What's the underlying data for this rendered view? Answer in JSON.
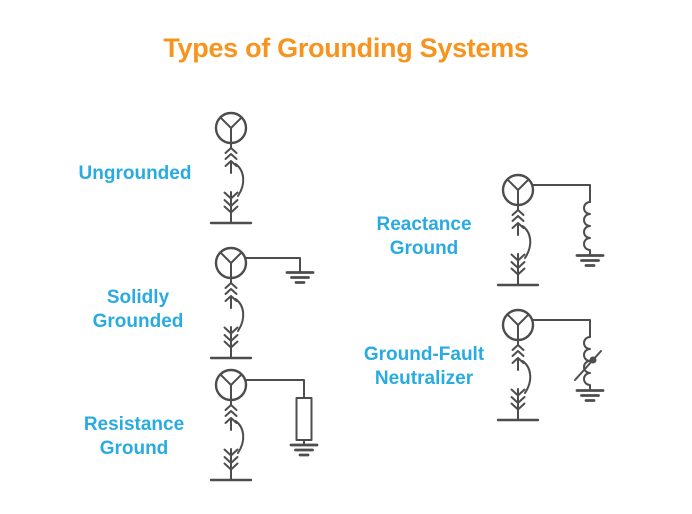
{
  "title": {
    "text": "Types of Grounding Systems"
  },
  "colors": {
    "background": "#ffffff",
    "title": "#f7941e",
    "label": "#29abe2",
    "diagram_stroke": "#4d4d4d"
  },
  "items": [
    {
      "name": "ungrounded",
      "label": "Ungrounded",
      "symbol": "wye-source",
      "tap": "none"
    },
    {
      "name": "solidly-grounded",
      "label": "Solidly\nGrounded",
      "symbol": "wye-source",
      "tap": "solid-ground"
    },
    {
      "name": "resistance-ground",
      "label": "Resistance\nGround",
      "symbol": "wye-source",
      "tap": "resistor-ground"
    },
    {
      "name": "reactance-ground",
      "label": "Reactance\nGround",
      "symbol": "wye-source",
      "tap": "reactor-ground"
    },
    {
      "name": "ground-fault-neutralizer",
      "label": "Ground-Fault\nNeutralizer",
      "symbol": "wye-source",
      "tap": "variable-reactor-ground"
    }
  ]
}
